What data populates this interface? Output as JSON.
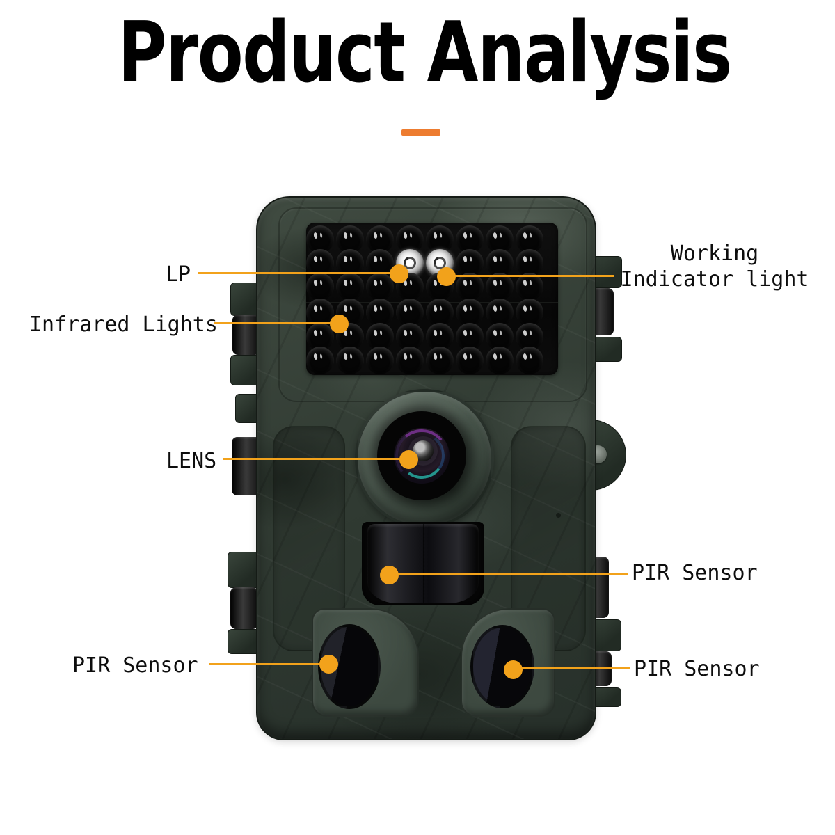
{
  "page": {
    "title": "Product Analysis",
    "background_color": "#ffffff",
    "title_color": "#000000",
    "underline_color": "#ED7C30",
    "accent_color": "#F2A21B",
    "label_color": "#0d0d0d"
  },
  "callouts": {
    "lp": {
      "label": "LP"
    },
    "working_indicator": {
      "line1": "Working",
      "line2": "Indicator light"
    },
    "infrared_lights": {
      "label": "Infrared Lights"
    },
    "lens": {
      "label": "LENS"
    },
    "pir_center": {
      "label": "PIR Sensor"
    },
    "pir_bottom_left": {
      "label": "PIR Sensor"
    },
    "pir_bottom_right": {
      "label": "PIR Sensor"
    }
  },
  "camera": {
    "type": "camouflage trail camera front view",
    "body_color": "#333D34",
    "led_grid": {
      "rows": 6,
      "cols": 8,
      "white_leds": [
        {
          "row": 1,
          "col": 3
        },
        {
          "row": 1,
          "col": 4
        }
      ]
    }
  }
}
